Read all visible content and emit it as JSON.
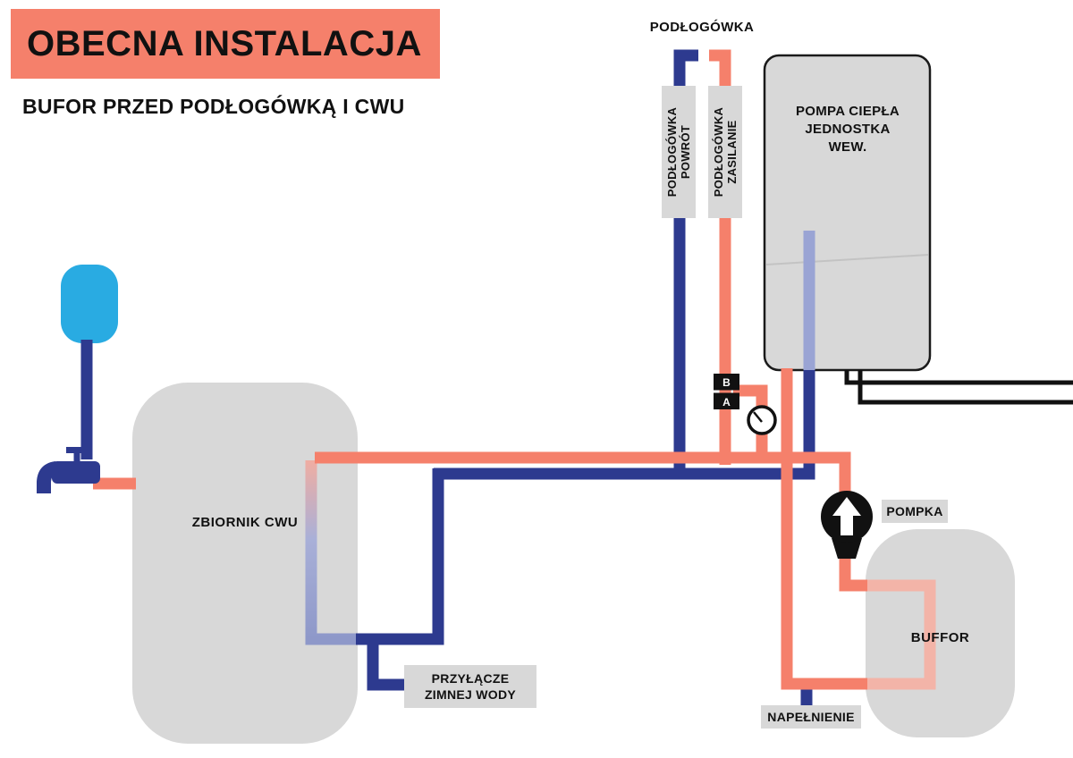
{
  "header": {
    "title": "OBECNA INSTALACJA",
    "subtitle": "BUFOR PRZED PODŁOGÓWKĄ I CWU"
  },
  "colors": {
    "banner_salmon": "#F5806B",
    "pipe_salmon": "#F5806B",
    "pipe_navy": "#2D3A8F",
    "pipe_navy_faded": "#9AA4D4",
    "pipe_salmon_faded": "#F3B4A8",
    "vessel_gray": "#D8D8D8",
    "label_gray": "#D8D8D8",
    "expansion_vessel_cyan": "#29ABE2",
    "black": "#111111"
  },
  "labels": {
    "floor_heading": "PODŁOGÓWKA",
    "floor_return": {
      "line1": "PODŁOGÓWKA",
      "line2": "POWRÓT"
    },
    "floor_supply": {
      "line1": "PODŁOGÓWKA",
      "line2": "ZASILANIE"
    },
    "heat_pump": {
      "line1": "POMPA CIEPŁA",
      "line2": "JEDNOSTKA",
      "line3": "WEW."
    },
    "dhw_tank": "ZBIORNIK CWU",
    "cold_water": {
      "line1": "PRZYŁĄCZE",
      "line2": "ZIMNEJ WODY"
    },
    "pump": "POMPKA",
    "buffer": "BUFFOR",
    "fill": "NAPEŁNIENIE",
    "valve_top": "B",
    "valve_bottom": "A"
  }
}
